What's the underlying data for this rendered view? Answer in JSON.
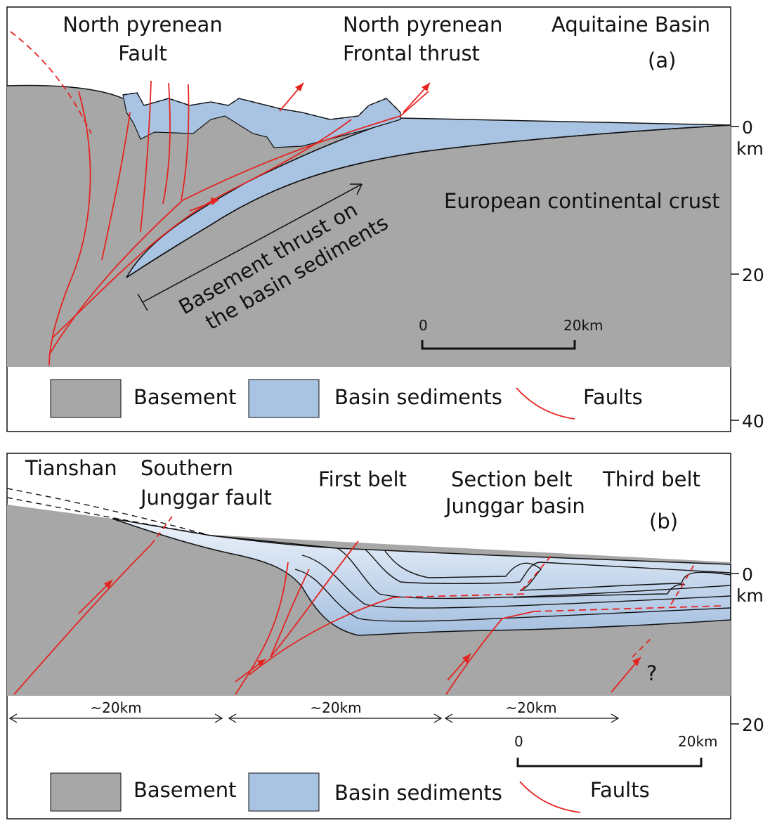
{
  "panel_a": {
    "label": "(a)",
    "headers": {
      "north_pyrenean_fault": [
        "North pyrenean",
        "Fault"
      ],
      "frontal_thrust": [
        "North pyrenean",
        "Frontal thrust"
      ],
      "aquitaine": "Aquitaine Basin"
    },
    "crust_label": "European continental crust",
    "thrust_annotation": [
      "Basement thrust on",
      "the basin sediments"
    ],
    "scale": {
      "start": "0",
      "end": "20km"
    },
    "depth_ticks": [
      "0",
      "km",
      "20",
      "40"
    ],
    "legend": {
      "basement": "Basement",
      "sediments": "Basin sediments",
      "faults": "Faults"
    }
  },
  "panel_b": {
    "label": "(b)",
    "headers": {
      "tianshan": "Tianshan",
      "southern_junggar_fault": [
        "Southern",
        "Junggar fault"
      ],
      "first_belt": "First belt",
      "section_belt": [
        "Section belt",
        "Junggar basin"
      ],
      "third_belt": "Third belt"
    },
    "question_mark": "?",
    "distances": [
      "~20km",
      "~20km",
      "~20km"
    ],
    "scale": {
      "start": "0",
      "end": "20km"
    },
    "depth_ticks": [
      "0",
      "km",
      "20"
    ],
    "legend": {
      "basement": "Basement",
      "sediments": "Basin sediments",
      "faults": "Faults"
    }
  },
  "colors": {
    "basement": "#a7a7a7",
    "sediments": "#a9c3e2",
    "sediments_light": "#e8f0f9",
    "fault": "#e52421",
    "outline": "#111111"
  }
}
